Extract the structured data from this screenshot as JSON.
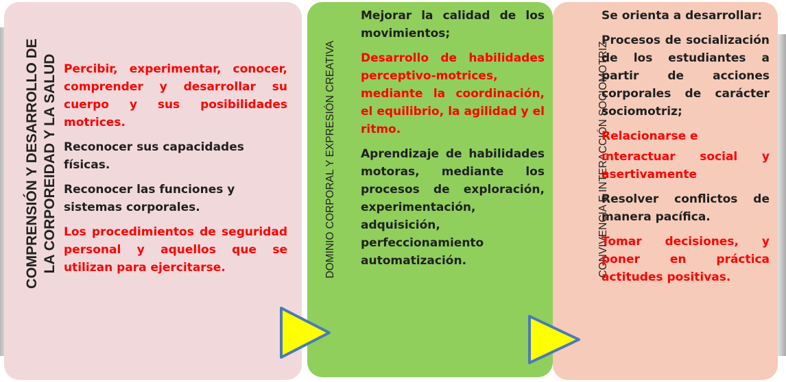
{
  "colors": {
    "panel_1": "#f1d9db",
    "panel_2": "#90cf5b",
    "panel_3": "#f6cbba",
    "highlight_text": "#ff0000",
    "body_text": "#202020",
    "arrow_fill": "#ffff00",
    "arrow_stroke": "#4a7ab8"
  },
  "panels": [
    {
      "title_lines": [
        "COMPRENSIÓN Y DESARROLLO DE",
        "LA CORPOREIDAD Y LA SALUD"
      ],
      "items": [
        {
          "text": "Percibir, experimentar, conocer, comprender y desarrollar su cuerpo y sus posibilidades motrices.",
          "color": "red"
        },
        {
          "text": "Reconocer sus capacidades físicas.",
          "color": "dark"
        },
        {
          "text": "Reconocer las  funciones y sistemas corporales.",
          "color": "dark"
        },
        {
          "text": "Los procedimientos de seguridad personal y aquellos que se utilizan para ejercitarse.",
          "color": "red"
        }
      ]
    },
    {
      "title": "DOMINIO CORPORAL Y EXPRESIÓN CREATIVA",
      "items": [
        {
          "text": "Mejorar la calidad de los movimientos;",
          "color": "dark"
        },
        {
          "text": "Desarrollo de habilidades perceptivo-motrices, mediante la coordinación, el equilibrio, la agilidad y el ritmo.",
          "color": "red"
        },
        {
          "text": "Aprendizaje de habilidades motoras, mediante los procesos de exploración, experimentación, adquisición, perfeccionamiento automatización.",
          "color": "dark"
        }
      ]
    },
    {
      "title": "CONVIVENCIA E INTERACCIÓN SOCIOMOTRIZ",
      "items": [
        {
          "text": "Se orienta a desarrollar:",
          "color": "dark"
        },
        {
          "text": "Procesos de socialización de los estudiantes a partir de acciones corporales de carácter sociomotriz;",
          "color": "dark"
        },
        {
          "text": "Relacionarse e",
          "color": "red"
        },
        {
          "text": "interactuar social y asertivamente",
          "color": "red"
        },
        {
          "text": "Resolver conflictos de manera pacífica.",
          "color": "dark"
        },
        {
          "text": "Tomar decisiones, y poner en práctica actitudes positivas.",
          "color": "red"
        }
      ]
    }
  ],
  "arrows": [
    "right-triangle-icon",
    "right-triangle-icon"
  ]
}
